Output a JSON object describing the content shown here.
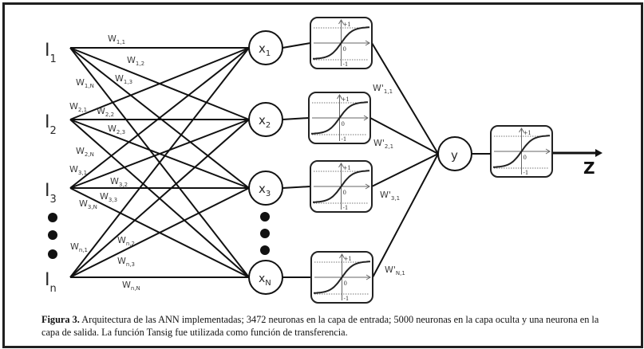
{
  "figure": {
    "input_nodes": [
      {
        "base": "I",
        "sub": "1"
      },
      {
        "base": "I",
        "sub": "2"
      },
      {
        "base": "I",
        "sub": "3"
      },
      {
        "base": "I",
        "sub": "n"
      }
    ],
    "hidden_nodes": [
      {
        "base": "x",
        "sub": "1"
      },
      {
        "base": "x",
        "sub": "2"
      },
      {
        "base": "x",
        "sub": "3"
      },
      {
        "base": "x",
        "sub": "N"
      }
    ],
    "output_node": {
      "label": "y"
    },
    "output_label": "Z",
    "weights_input_hidden": [
      {
        "base": "W",
        "sub": "1,1"
      },
      {
        "base": "W",
        "sub": "1,2"
      },
      {
        "base": "W",
        "sub": "1,3"
      },
      {
        "base": "W",
        "sub": "1,N"
      },
      {
        "base": "W",
        "sub": "2,1"
      },
      {
        "base": "W",
        "sub": "2,2"
      },
      {
        "base": "W",
        "sub": "2,3"
      },
      {
        "base": "W",
        "sub": "2,N"
      },
      {
        "base": "W",
        "sub": "3,1"
      },
      {
        "base": "W",
        "sub": "3,2"
      },
      {
        "base": "W",
        "sub": "3,3"
      },
      {
        "base": "W",
        "sub": "3,N"
      },
      {
        "base": "W",
        "sub": "n,1"
      },
      {
        "base": "W",
        "sub": "n,2"
      },
      {
        "base": "W",
        "sub": "n,3"
      },
      {
        "base": "W",
        "sub": "n,N"
      }
    ],
    "weights_hidden_output": [
      {
        "base": "W'",
        "sub": "1,1"
      },
      {
        "base": "W'",
        "sub": "2,1"
      },
      {
        "base": "W'",
        "sub": "3,1"
      },
      {
        "base": "W'",
        "sub": "N,1"
      }
    ],
    "transfer_function": {
      "name": "Tansig",
      "tick_top": "+1",
      "tick_mid": "0",
      "tick_bottom": "-1"
    }
  },
  "caption": {
    "label": "Figura 3.",
    "text": " Arquitectura de las ANN implementadas; 3472 neuronas en la capa de entrada; 5000 neuronas en la capa oculta y una neurona en la capa de salida. La función Tansig fue utilizada como función de transferencia."
  }
}
